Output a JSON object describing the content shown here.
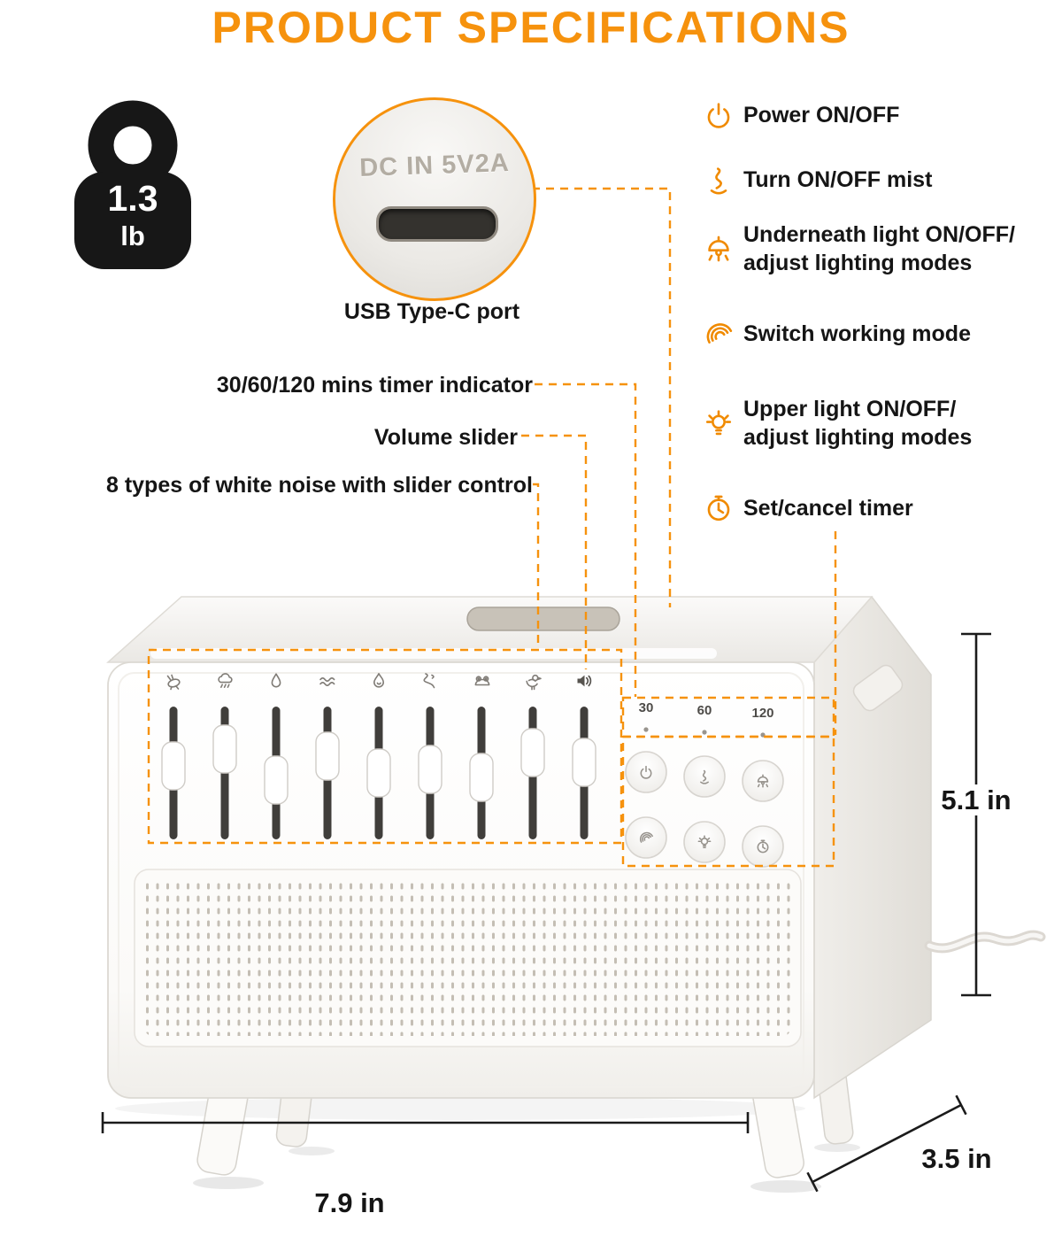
{
  "title": "PRODUCT SPECIFICATIONS",
  "weight": {
    "value": "1.3",
    "unit": "lb"
  },
  "usb_callout": {
    "embossed_text": "DC IN 5V2A",
    "label": "USB Type-C port"
  },
  "left_callouts": {
    "timer_indicator": "30/60/120 mins timer indicator",
    "volume_slider": "Volume slider",
    "white_noise": "8 types of white noise with slider control"
  },
  "features": [
    {
      "icon": "power-icon",
      "lines": [
        "Power ON/OFF"
      ]
    },
    {
      "icon": "mist-icon",
      "lines": [
        "Turn ON/OFF mist"
      ]
    },
    {
      "icon": "underneath-light-icon",
      "lines": [
        "Underneath light ON/OFF/",
        "adjust lighting modes"
      ]
    },
    {
      "icon": "working-mode-icon",
      "lines": [
        "Switch working mode"
      ]
    },
    {
      "icon": "upper-light-icon",
      "lines": [
        "Upper light ON/OFF/",
        "adjust lighting modes"
      ]
    },
    {
      "icon": "timer-icon",
      "lines": [
        "Set/cancel timer"
      ]
    }
  ],
  "device": {
    "timer_indicators": [
      "30",
      "60",
      "120"
    ],
    "sound_sliders": [
      "cricket",
      "rain",
      "water-drop",
      "ocean-wave",
      "fire",
      "stream",
      "frog",
      "bird"
    ],
    "volume_slider_icon": "speaker",
    "slider_positions": [
      0.42,
      0.22,
      0.58,
      0.3,
      0.5,
      0.46,
      0.55,
      0.26,
      0.38
    ],
    "buttons": [
      "power",
      "mist",
      "underneath-light",
      "working-mode",
      "upper-light",
      "timer"
    ]
  },
  "dimensions": {
    "height": "5.1 in",
    "width": "7.9 in",
    "depth": "3.5 in"
  },
  "colors": {
    "accent": "#F6920D",
    "text": "#151515"
  }
}
